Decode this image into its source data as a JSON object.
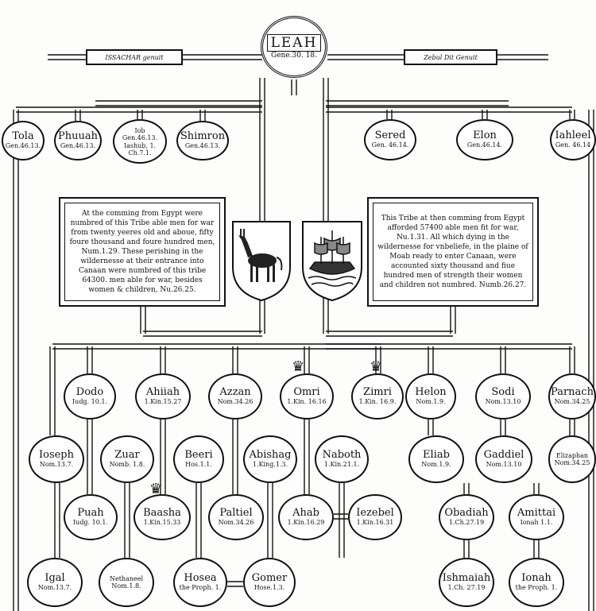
{
  "header": {
    "leah": {
      "name": "LEAH",
      "ref": "Gene.30. 18."
    },
    "left_banner": "ISSACHAR genuit",
    "right_banner": "Zebul Dit Genuit"
  },
  "plaques": {
    "left": "At the comming from Egypt were numbred of this Tribe able men for war from twenty yeeres old and aboue, fifty foure thousand and foure hundred men, Num.1.29. These perishing in the wildernesse at their entrance into Canaan were numbred of this tribe 64300. men able for war, besides women & children, Nu.26.25.",
    "right": "This Tribe at then comming from Egypt afforded 57400 able men fit for war, Nu.1.31. All which dying in the wildernesse for vnbeliefe, in the plaine of Moab ready to enter Canaan, were accounted sixty thousand and fiue hundred men of strength their women and children not numbred. Numb.26.27."
  },
  "shields": {
    "left": "donkey-emblem",
    "right": "ship-emblem"
  },
  "nodes": [
    {
      "id": "tola",
      "name": "Tola",
      "ref": "Gen.46.13."
    },
    {
      "id": "phuuah",
      "name": "Phuuah",
      "ref": "Gen.46.13."
    },
    {
      "id": "iob",
      "name": "Iob",
      "ref": "Gen.46.13.",
      "extra": "Iashub, 1. Ch.7.1."
    },
    {
      "id": "shimron",
      "name": "Shimron",
      "ref": "Gen.46.13."
    },
    {
      "id": "sered",
      "name": "Sered",
      "ref": "Gen. 46.14."
    },
    {
      "id": "elon",
      "name": "Elon",
      "ref": "Gen.46.14."
    },
    {
      "id": "iahleel",
      "name": "Iahleel",
      "ref": "Gen. 46.14"
    },
    {
      "id": "dodo",
      "name": "Dodo",
      "ref": "Iudg. 10.1."
    },
    {
      "id": "ahiiah",
      "name": "Ahiiah",
      "ref": "1.Kin.15.27"
    },
    {
      "id": "azzan",
      "name": "Azzan",
      "ref": "Nom.34.26"
    },
    {
      "id": "omri",
      "name": "Omri",
      "ref": "1.Kin. 16.16"
    },
    {
      "id": "zimri",
      "name": "Zimri",
      "ref": "1.Kin. 16.9."
    },
    {
      "id": "helon",
      "name": "Helon",
      "ref": "Nom.1.9."
    },
    {
      "id": "sodi",
      "name": "Sodi",
      "ref": "Nom.13.10"
    },
    {
      "id": "parnach",
      "name": "Parnach",
      "ref": "Nom.34.25"
    },
    {
      "id": "ioseph",
      "name": "Ioseph",
      "ref": "Nom.13.7."
    },
    {
      "id": "zuar",
      "name": "Zuar",
      "ref": "Nomb. 1.8."
    },
    {
      "id": "beeri",
      "name": "Beeri",
      "ref": "Hos.1.1."
    },
    {
      "id": "abishag",
      "name": "Abishag",
      "ref": "1.King.1.3."
    },
    {
      "id": "naboth",
      "name": "Naboth",
      "ref": "1.Kin.21.1."
    },
    {
      "id": "eliab",
      "name": "Eliab",
      "ref": "Nom.1.9."
    },
    {
      "id": "gaddiel",
      "name": "Gaddiel",
      "ref": "Nom.13.10"
    },
    {
      "id": "elizaphan",
      "name": "Elizaphan",
      "ref": "Nom.34.25"
    },
    {
      "id": "puah",
      "name": "Puah",
      "ref": "Iudg. 10.1."
    },
    {
      "id": "baasha",
      "name": "Baasha",
      "ref": "1.Kin.15.33"
    },
    {
      "id": "paltiel",
      "name": "Paltiel",
      "ref": "Nom.34.26"
    },
    {
      "id": "ahab",
      "name": "Ahab",
      "ref": "1.Kin.16.29"
    },
    {
      "id": "iezebel",
      "name": "Iezebel",
      "ref": "1.Kin.16.31"
    },
    {
      "id": "obadiah",
      "name": "Obadiah",
      "ref": "1.Ch.27.19"
    },
    {
      "id": "amittai",
      "name": "Amittai",
      "ref": "Ionah 1.1."
    },
    {
      "id": "igal",
      "name": "Igal",
      "ref": "Nom.13.7."
    },
    {
      "id": "nethaneel",
      "name": "Nethaneel",
      "ref": "Nom.1.8."
    },
    {
      "id": "hosea",
      "name": "Hosea",
      "ref": "the Proph. 1.",
      "extra": ""
    },
    {
      "id": "gomer",
      "name": "Gomer",
      "ref": "Hose.1.3."
    },
    {
      "id": "ishmaiah",
      "name": "Ishmaiah",
      "ref": "1.Ch. 27.19"
    },
    {
      "id": "ionah",
      "name": "Ionah",
      "ref": "the Proph. 1."
    }
  ]
}
